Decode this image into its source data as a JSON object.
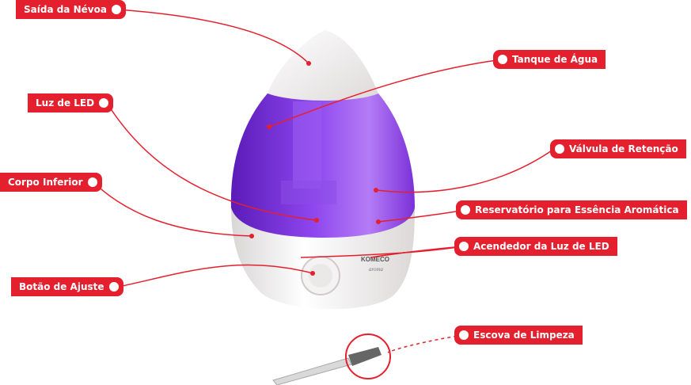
{
  "colors": {
    "accent": "#e5202e",
    "tank": "#7b2fd6",
    "body": "#f2f0f0"
  },
  "device": {
    "brand_text": "KOMECO",
    "brand_sub": "aroma"
  },
  "labels": {
    "saida_nevoa": "Saída da Névoa",
    "luz_led": "Luz de LED",
    "corpo_inferior": "Corpo Inferior",
    "botao_ajuste": "Botão de Ajuste",
    "tanque_agua": "Tanque de Água",
    "valvula_retencao": "Válvula de Retenção",
    "reservatorio": "Reservatório para Essência Aromática",
    "acendedor": "Acendedor da Luz de LED",
    "escova": "Escova de Limpeza"
  }
}
